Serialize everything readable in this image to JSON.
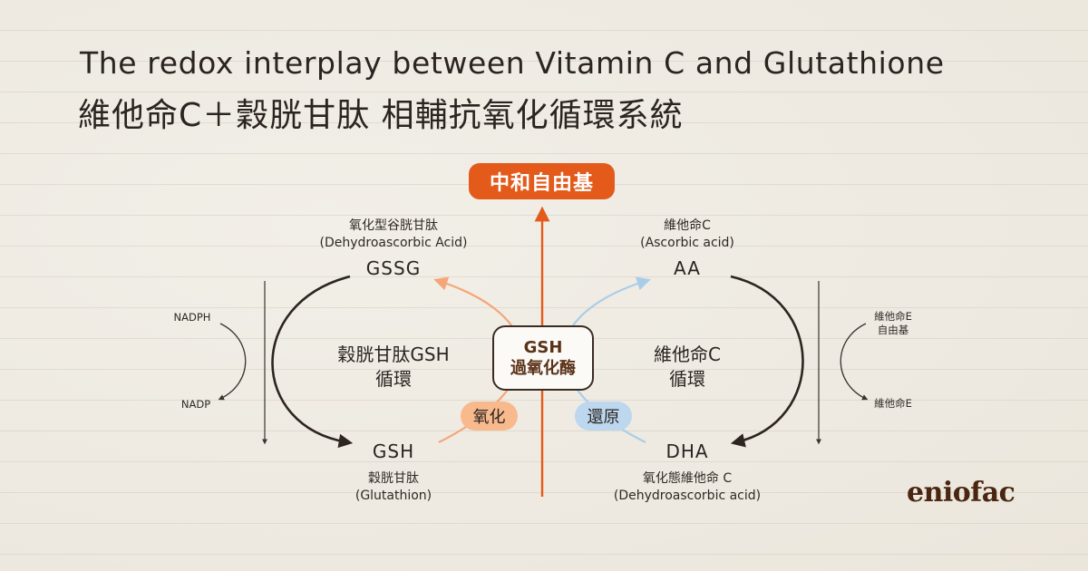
{
  "title": {
    "en": "The redox interplay between Vitamin C and Glutathione",
    "zh": "維他命C＋穀胱甘肽 相輔抗氧化循環系統"
  },
  "top_result": "中和自由基",
  "center_enzyme": {
    "line1": "GSH",
    "line2": "過氧化酶"
  },
  "pills": {
    "oxidation": "氧化",
    "reduction": "還原"
  },
  "left_cycle": {
    "top_node": {
      "label": "GSSG",
      "name_zh": "氧化型谷胱甘肽",
      "name_en": "(Dehydroascorbic Acid)"
    },
    "bottom_node": {
      "label": "GSH",
      "name_zh": "穀胱甘肽",
      "name_en": "(Glutathion)"
    },
    "cycle_line1": "穀胱甘肽GSH",
    "cycle_line2": "循環",
    "side_top": "NADPH",
    "side_bottom": "NADP"
  },
  "right_cycle": {
    "top_node": {
      "label": "AA",
      "name_zh": "維他命C",
      "name_en": "(Ascorbic acid)"
    },
    "bottom_node": {
      "label": "DHA",
      "name_zh": "氧化態維他命 C",
      "name_en": "(Dehydroascorbic acid)"
    },
    "cycle_line1": "維他命C",
    "cycle_line2": "循環",
    "side_top_line1": "維他命E",
    "side_top_line2": "自由基",
    "side_bottom": "維他命E"
  },
  "logo": "eniofac",
  "colors": {
    "background": "#efebe3",
    "accent_orange": "#e35a1b",
    "light_orange": "#f8b98d",
    "light_blue": "#bcd7ee",
    "dark_text": "#2b2420",
    "logo_brown": "#4a2511"
  }
}
